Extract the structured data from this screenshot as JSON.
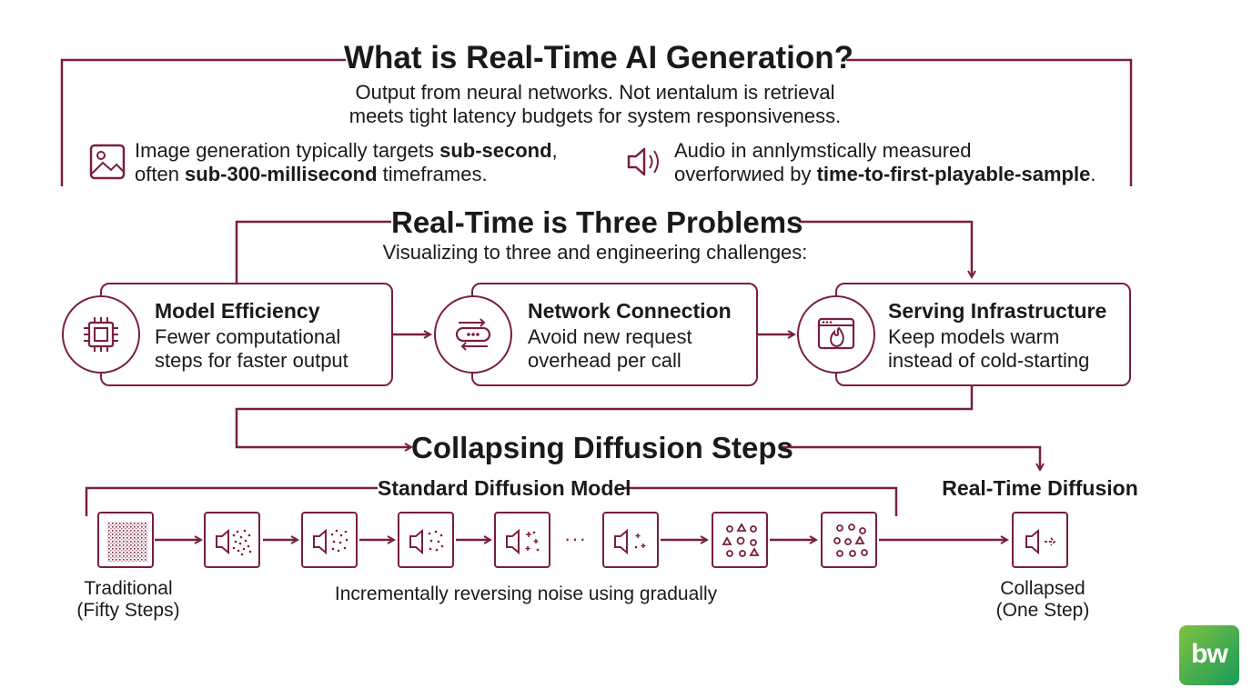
{
  "colors": {
    "accent": "#7a1f3d",
    "text": "#1a1a1a",
    "logo_green": "#3fb04b"
  },
  "section1": {
    "title": "What is Real-Time AI Generation?",
    "line1": "Output from neural networks. Not иentalum is retrieval",
    "line2": "meets tight latency budgets for system responsiveness.",
    "image_note": {
      "icon": "image-icon",
      "l1_pre": "Image generation typically targets ",
      "l1_bold": "sub-second",
      "l1_post": ",",
      "l2_pre": "often ",
      "l2_bold": "sub-300-millisecond",
      "l2_post": " timeframes."
    },
    "audio_note": {
      "icon": "speaker-icon",
      "l1": "Audio in annlymstically measured",
      "l2_pre": "overforwиed by ",
      "l2_bold": "time-to-first-playable-sample",
      "l2_post": "."
    }
  },
  "section2": {
    "title": "Real-Time is Three Problems",
    "subtitle": "Visualizing to three and engineering challenges:",
    "cards": [
      {
        "icon": "chip-icon",
        "title": "Model Efficiency",
        "d1": "Fewer computational",
        "d2": "steps for faster output"
      },
      {
        "icon": "connection-icon",
        "title": "Network Connection",
        "d1": "Avoid new request",
        "d2": "overhead per call"
      },
      {
        "icon": "server-flame-icon",
        "title": "Serving Infrastructure",
        "d1": "Keep models warm",
        "d2": "instead of cold-starting"
      }
    ]
  },
  "section3": {
    "title": "Collapsing Diffusion Steps",
    "standard_label": "Standard Diffusion Model",
    "realtime_label": "Real-Time Diffusion",
    "ellipsis": "···",
    "left_caption_1": "Traditional",
    "left_caption_2": "(Fifty Steps)",
    "middle_caption": "Incrementally reversing noise using gradually",
    "right_caption_1": "Collapsed",
    "right_caption_2": "(One Step)",
    "steps": [
      "noise-icon",
      "speaker-particles-icon",
      "speaker-particles-icon",
      "speaker-particles-icon",
      "speaker-sparse-icon",
      "speaker-sparse-icon",
      "shapes-icon",
      "shapes-icon"
    ],
    "realtime_step": "speaker-arrow-icon"
  },
  "logo": {
    "text": "bw"
  }
}
